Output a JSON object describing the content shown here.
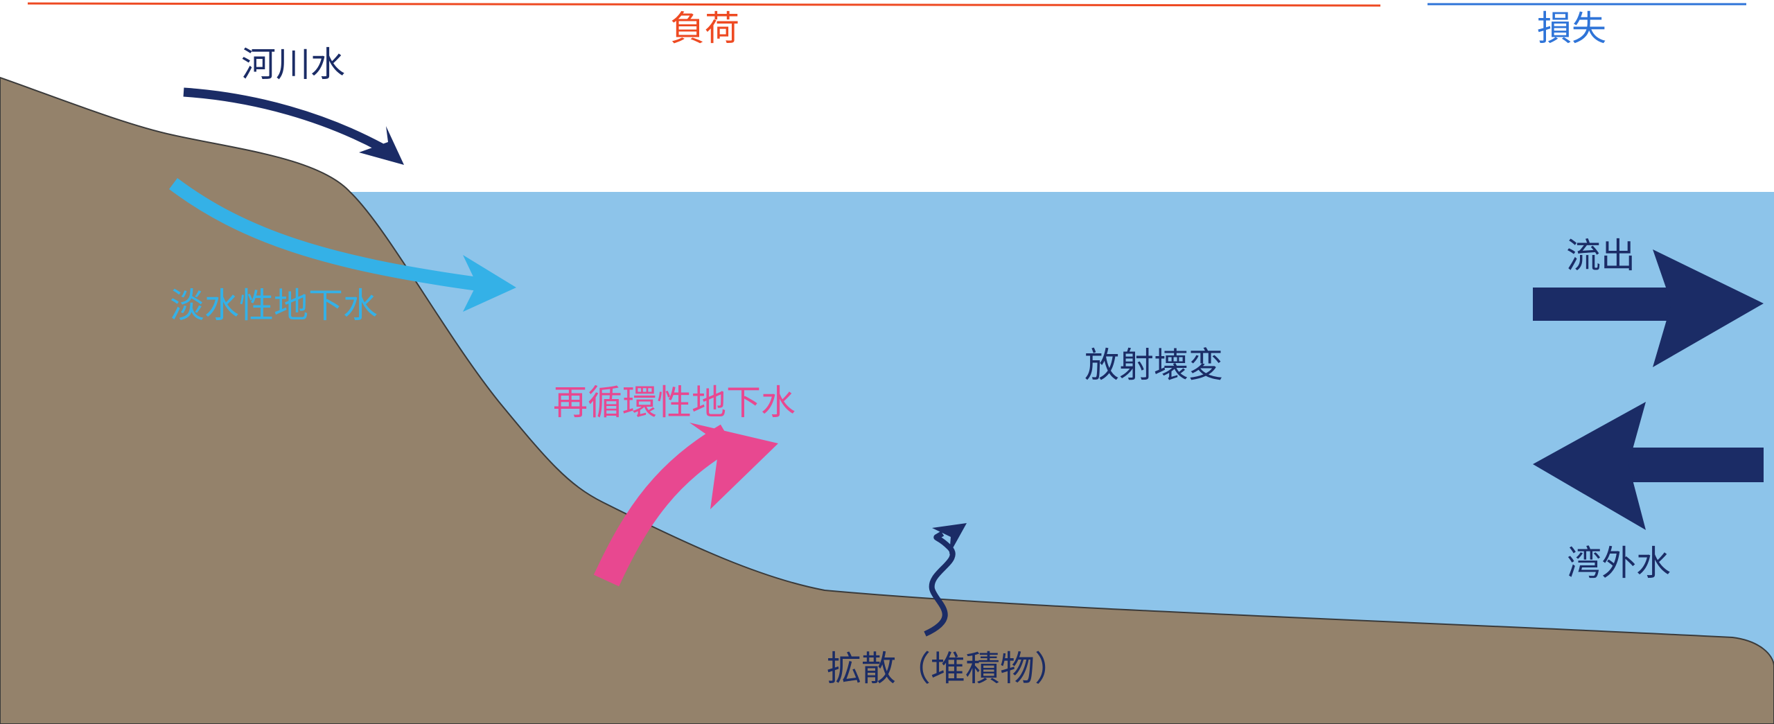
{
  "labels": {
    "load": "負荷",
    "loss": "損失",
    "river_water": "河川水",
    "fresh_groundwater": "淡水性地下水",
    "recirculated_groundwater": "再循環性地下水",
    "radioactive_decay": "放射壊変",
    "outflow": "流出",
    "offshore_water": "湾外水",
    "diffusion_sediment": "拡散（堆積物）"
  },
  "colors": {
    "load": "#ee4a22",
    "loss": "#2f74d8",
    "navy": "#1b2c66",
    "fresh": "#34b1e7",
    "recirc": "#e84890",
    "water": "#8dc4ea",
    "land": "#94826b"
  }
}
